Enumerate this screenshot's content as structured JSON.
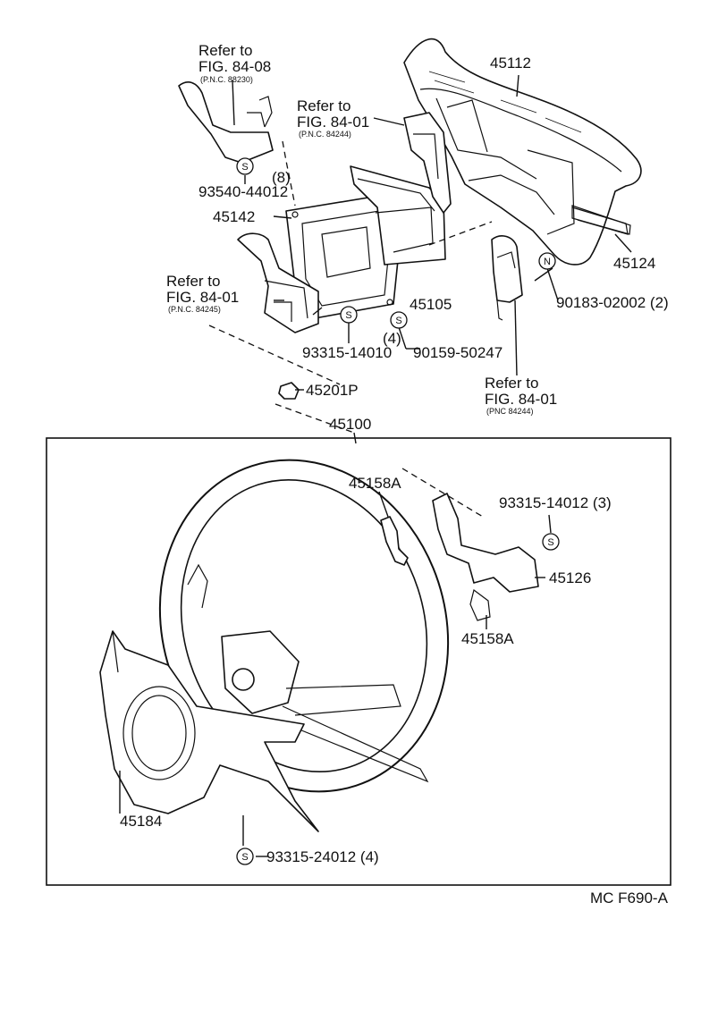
{
  "diagram_id": "MC F690-A",
  "callouts": {
    "p45112": "45112",
    "p45124": "45124",
    "p45142": "45142",
    "p45105": "45105",
    "p45201P": "45201P",
    "p45100": "45100",
    "p45158A_top": "45158A",
    "p45158A_bottom": "45158A",
    "p45126": "45126",
    "p45184": "45184",
    "p93540": "93540-44012",
    "p93540_qty": "(8)",
    "p93315_14010": "93315-14010",
    "p90159": "90159-50247",
    "p90159_qty": "(4)",
    "p90183": "90183-02002 (2)",
    "p93315_14012": "93315-14012 (3)",
    "p93315_24012": "93315-24012 (4)"
  },
  "references": {
    "ref1": {
      "line1": "Refer to",
      "line2": "FIG. 84-08",
      "pnc": "(P.N.C. 88230)"
    },
    "ref2": {
      "line1": "Refer to",
      "line2": "FIG. 84-01",
      "pnc": "(P.N.C. 84244)"
    },
    "ref3": {
      "line1": "Refer to",
      "line2": "FIG. 84-01",
      "pnc": "(P.N.C. 84245)"
    },
    "ref4": {
      "line1": "Refer to",
      "line2": "FIG. 84-01",
      "pnc": "(PNC 84244)"
    }
  },
  "badges": {
    "s": "S",
    "n": "N"
  }
}
